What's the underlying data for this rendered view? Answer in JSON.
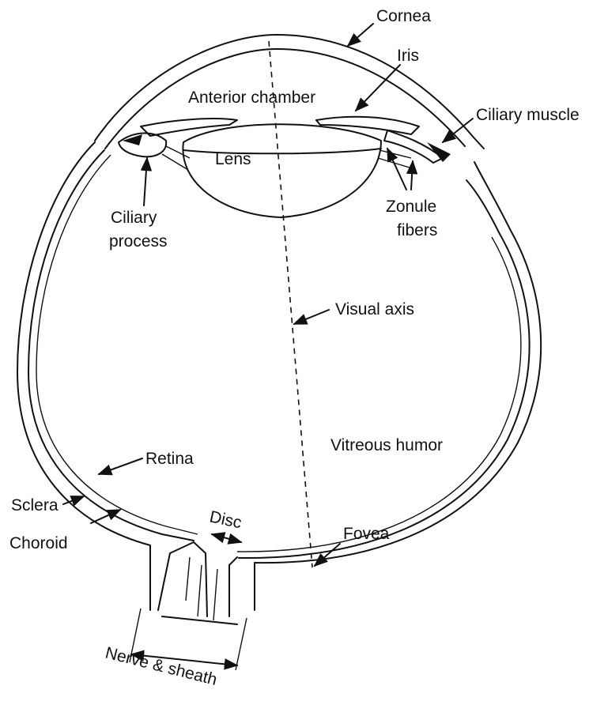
{
  "labels": {
    "cornea": "Cornea",
    "iris": "Iris",
    "anterior_chamber": "Anterior chamber",
    "ciliary_muscle": "Ciliary muscle",
    "lens": "Lens",
    "ciliary_process_1": "Ciliary",
    "ciliary_process_2": "process",
    "zonule_fibers_1": "Zonule",
    "zonule_fibers_2": "fibers",
    "visual_axis": "Visual axis",
    "vitreous_humor": "Vitreous humor",
    "retina": "Retina",
    "sclera": "Sclera",
    "choroid": "Choroid",
    "disc": "Disc",
    "fovea": "Fovea",
    "nerve_sheath": "Nerve & sheath"
  },
  "colors": {
    "ink": "#111111",
    "background": "#ffffff"
  }
}
